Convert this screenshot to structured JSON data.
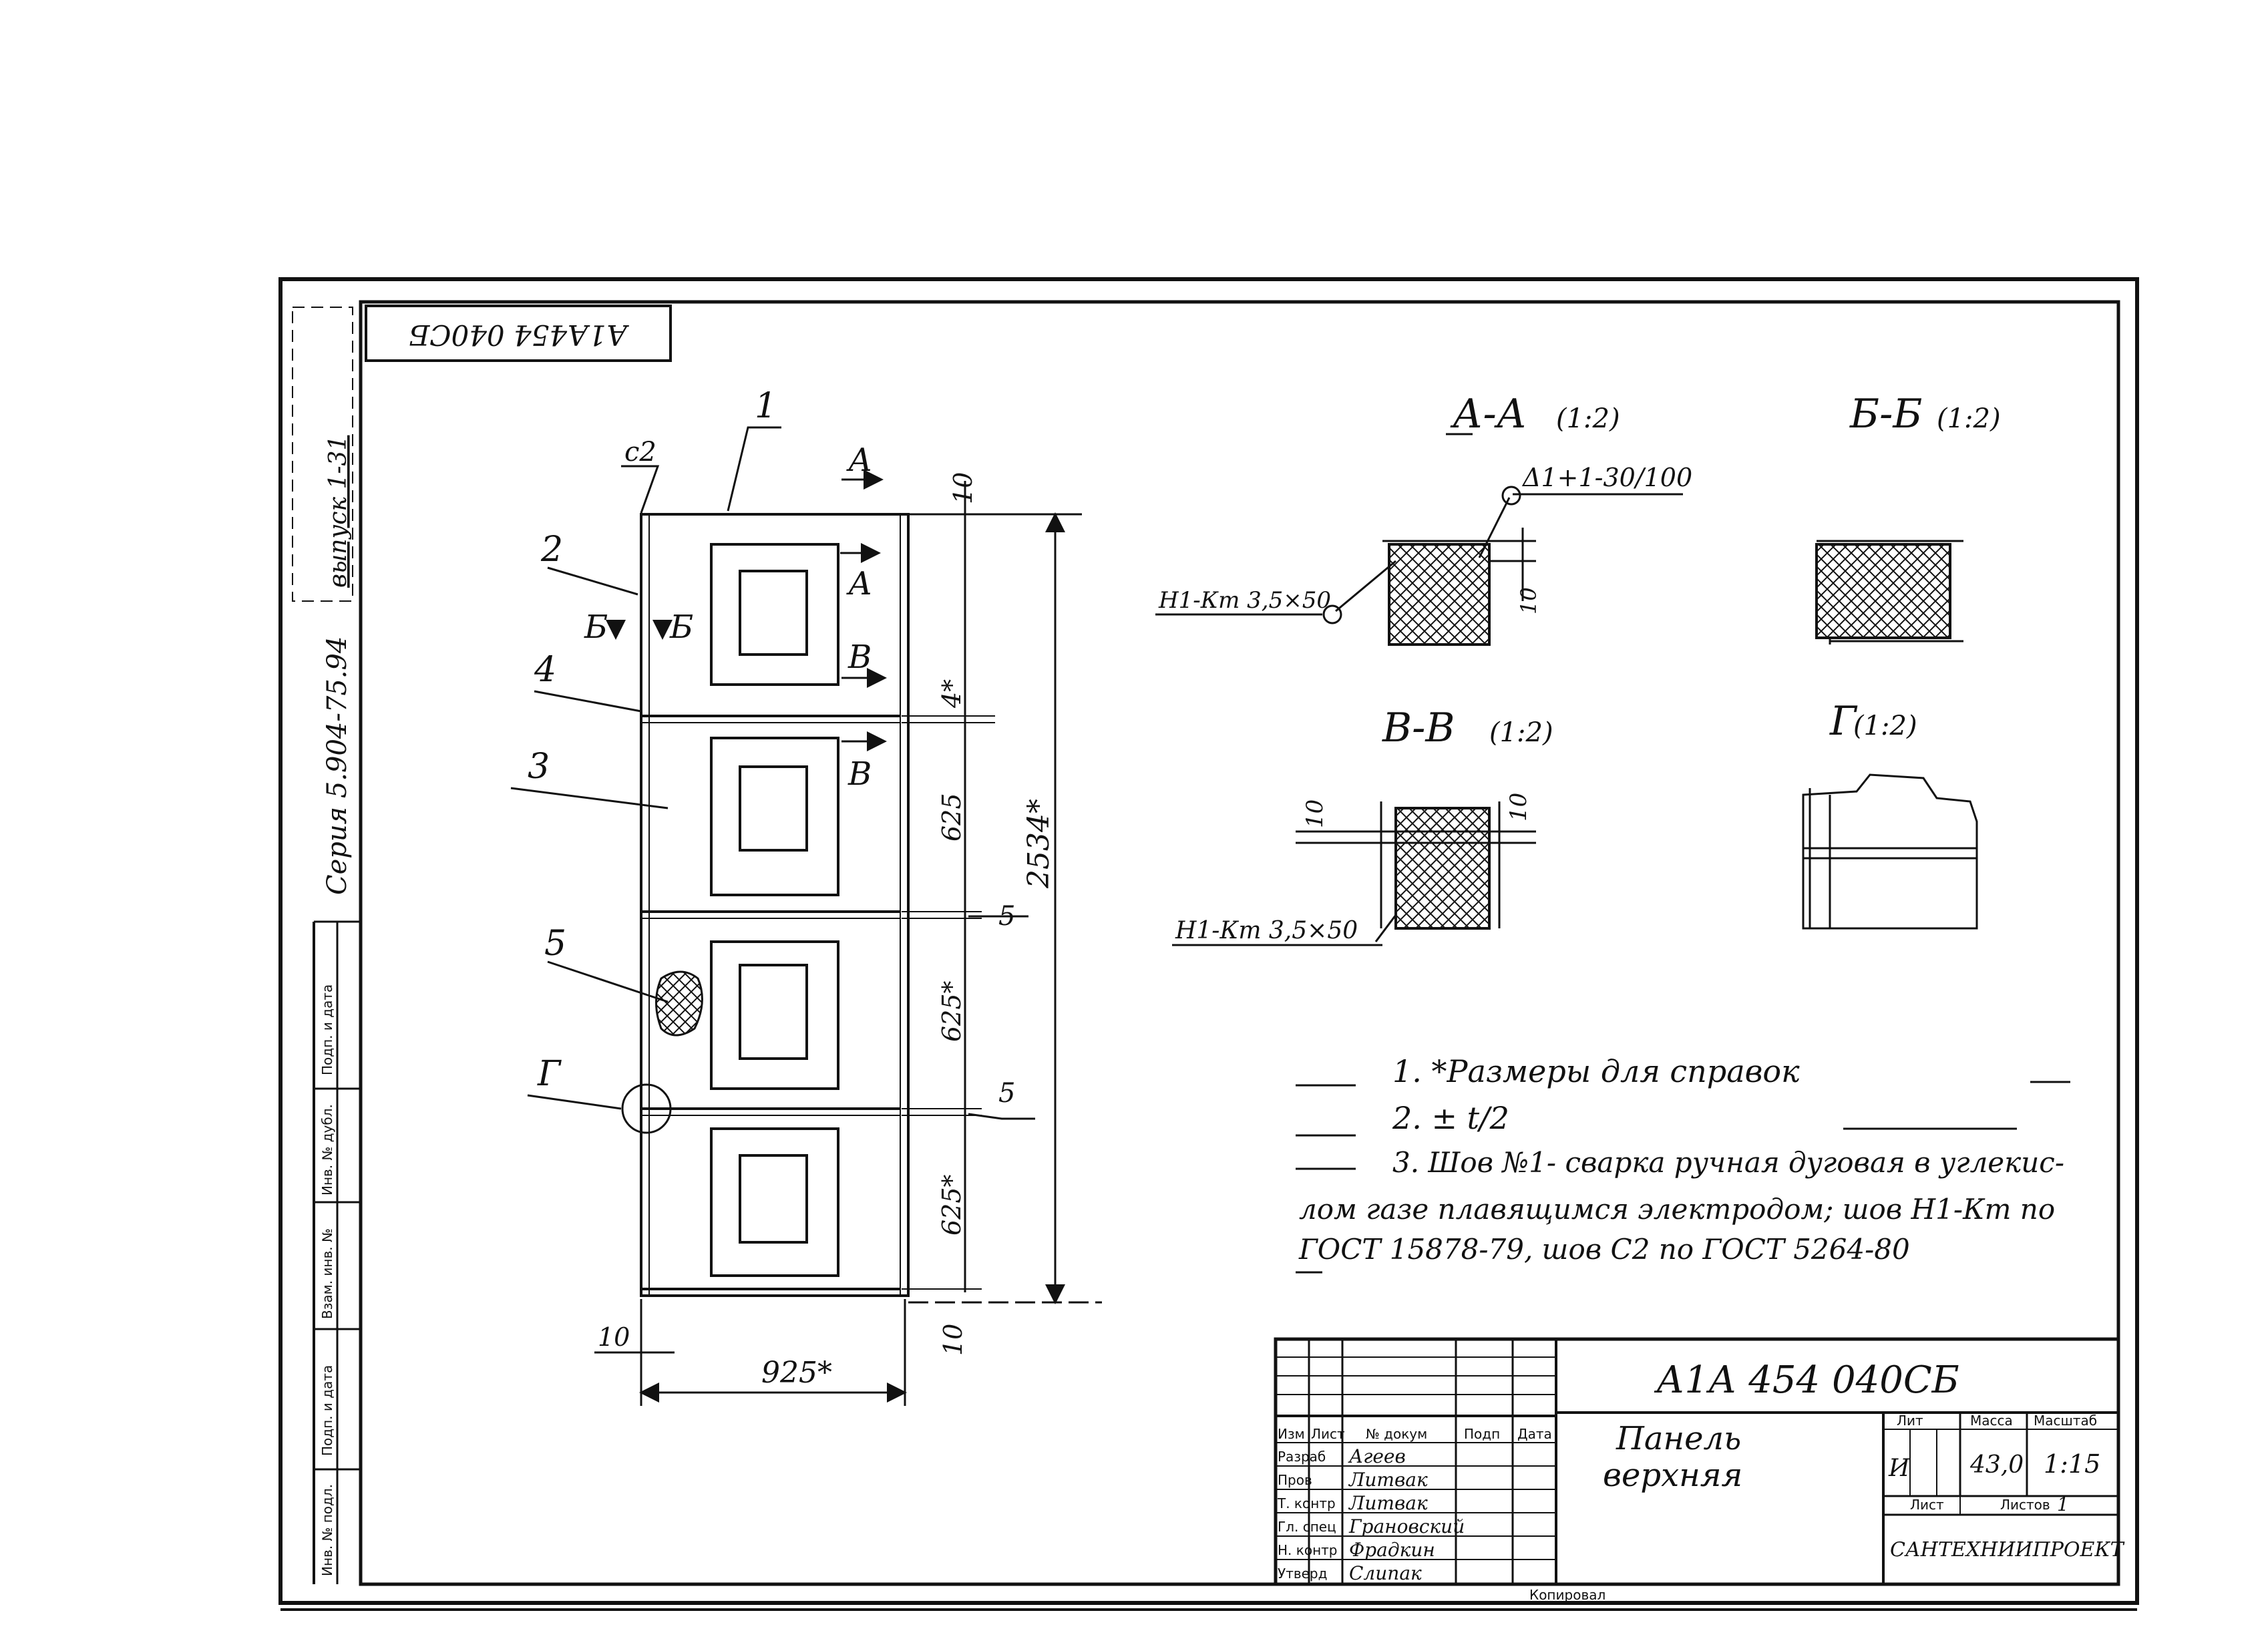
{
  "stamp_code": "А1А454 040СБ",
  "side_margin": {
    "series": "Серия 5.904-75.94",
    "issue": "выпуск 1-31",
    "inventory": "Инв. № подл.",
    "sign_date_1": "Подп. и дата",
    "replaced": "Взам. инв. №",
    "inv_dub": "Инв. № дубл.",
    "sign_date_2": "Подп. и дата"
  },
  "panel": {
    "callouts": [
      "1",
      "2",
      "3",
      "4",
      "5",
      "Г",
      "5",
      "5"
    ],
    "weld_mark": "с2",
    "section_marks": {
      "a": "А",
      "b": "Б",
      "v": "В"
    },
    "dims": {
      "top": "10",
      "seg1": "4*",
      "seg2": "625",
      "seg3": "625*",
      "seg4": "625*",
      "bottom": "10",
      "total": "2534*",
      "width": "925*",
      "left": "10"
    }
  },
  "sections": {
    "aa": {
      "title": "А-А",
      "scale": "(1:2)",
      "weld_top": "Δ1+1-30/100",
      "weld_left": "Н1-Кm 3,5×50",
      "dim": "10"
    },
    "bb": {
      "title": "Б-Б",
      "scale": "(1:2)"
    },
    "vv": {
      "title": "В-В",
      "scale": "(1:2)",
      "dim_left": "10",
      "dim_right": "10",
      "weld": "Н1-Кm 3,5×50"
    },
    "gg": {
      "title": "Г",
      "scale": "(1:2)"
    }
  },
  "notes": {
    "n1": "1. *Размеры для справок",
    "n2": "2. ± t/2",
    "n3a": "3. Шов №1- сварка ручная дуговая в углекис-",
    "n3b": "лом газе плавящимся электродом; шов Н1-Кm по",
    "n3c": "ГОСТ 15878-79, шов С2 по ГОСТ 5264-80"
  },
  "title_block": {
    "code": "А1А 454 040СБ",
    "name_line1": "Панель",
    "name_line2": "верхняя",
    "col_izm": "Изм",
    "col_list": "Лист",
    "col_doc": "№ докум",
    "col_sign": "Подп",
    "col_date": "Дата",
    "roles": [
      "Разраб",
      "Пров",
      "Т. контр",
      "Гл. спец",
      "Н. контр",
      "Утверд"
    ],
    "names": [
      "Агеев",
      "Литвак",
      "Литвак",
      "Грановский",
      "Фрадкин",
      "Слипак"
    ],
    "lit_label": "Лит",
    "mass_label": "Масса",
    "scale_label": "Масштаб",
    "lit_value": "И",
    "mass_value": "43,0",
    "scale_value": "1:15",
    "sheet_label": "Лист",
    "sheets_label": "Листов",
    "sheets_value": "1",
    "org": "САНТЕХНИИПРОЕКТ",
    "copied": "Копировал"
  }
}
